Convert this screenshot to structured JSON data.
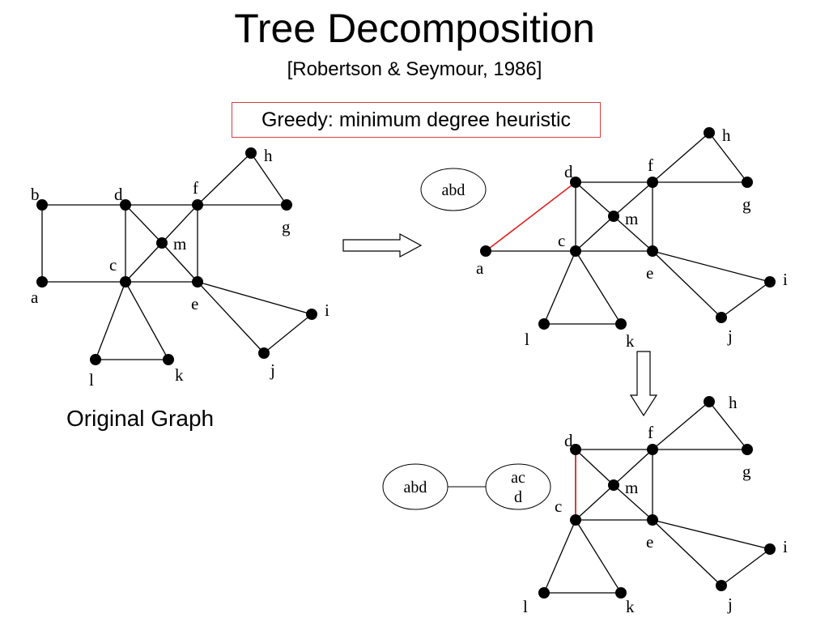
{
  "title": "Tree Decomposition",
  "subtitle": "[Robertson & Seymour, 1986]",
  "greedy_label": "Greedy: minimum degree heuristic",
  "caption": "Original Graph",
  "colors": {
    "edge": "#000000",
    "highlight": "#e02020",
    "box_border": "#d04040"
  },
  "graph": {
    "nodes": [
      "a",
      "b",
      "c",
      "d",
      "e",
      "f",
      "g",
      "h",
      "i",
      "j",
      "k",
      "l",
      "m"
    ],
    "edges": [
      [
        "a",
        "b"
      ],
      [
        "b",
        "d"
      ],
      [
        "a",
        "c"
      ],
      [
        "c",
        "d"
      ],
      [
        "c",
        "e"
      ],
      [
        "d",
        "f"
      ],
      [
        "e",
        "f"
      ],
      [
        "d",
        "m"
      ],
      [
        "m",
        "e"
      ],
      [
        "c",
        "m"
      ],
      [
        "m",
        "f"
      ],
      [
        "f",
        "g"
      ],
      [
        "f",
        "h"
      ],
      [
        "h",
        "g"
      ],
      [
        "e",
        "i"
      ],
      [
        "e",
        "j"
      ],
      [
        "i",
        "j"
      ],
      [
        "c",
        "l"
      ],
      [
        "c",
        "k"
      ],
      [
        "l",
        "k"
      ]
    ]
  },
  "step1": {
    "removed_node": "b",
    "added_edges": [
      [
        "a",
        "d"
      ]
    ],
    "bags": [
      [
        "abd"
      ]
    ]
  },
  "step2": {
    "removed_node": "a",
    "added_edges": [
      [
        "c",
        "d"
      ]
    ],
    "bags": [
      [
        "abd"
      ],
      [
        "ac",
        "d"
      ]
    ],
    "tree_edges": [
      [
        0,
        1
      ]
    ]
  }
}
